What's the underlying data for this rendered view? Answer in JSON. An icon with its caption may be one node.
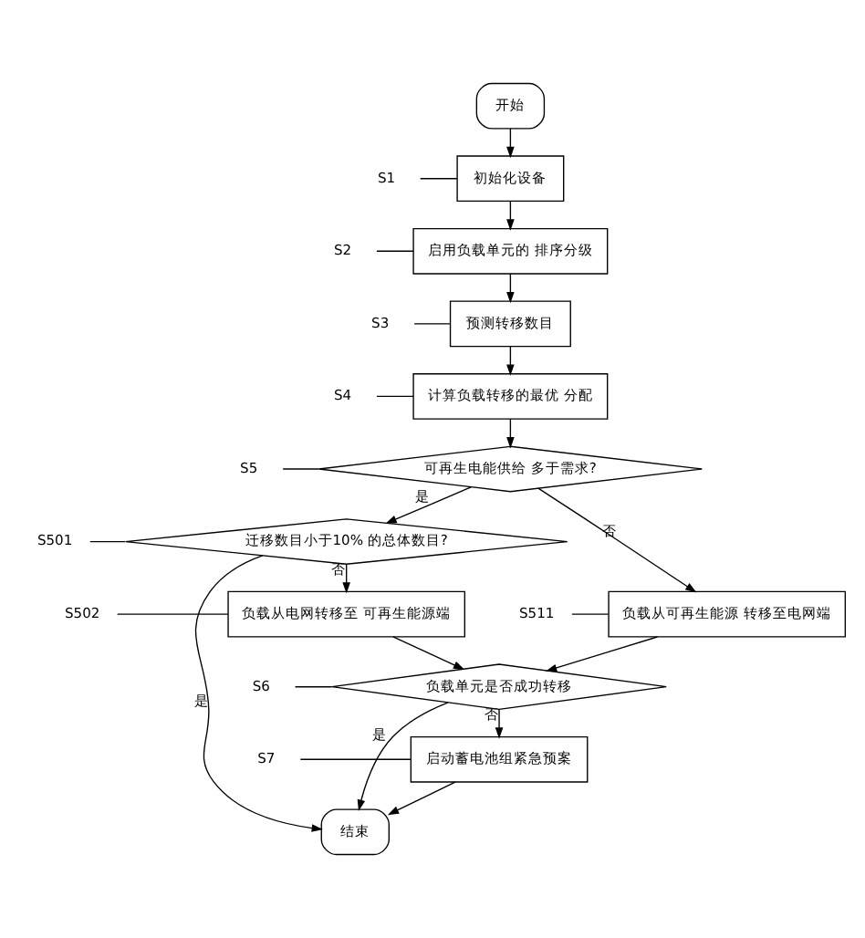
{
  "diagram": {
    "nodes": [
      {
        "text": [
          "开始"
        ]
      },
      {
        "text": [
          "初始化设备"
        ]
      },
      {
        "text": [
          "启用负载单元的 排序分级"
        ]
      },
      {
        "text": [
          "预测转移数目"
        ]
      },
      {
        "text": [
          "计算负载转移的最优 分配"
        ]
      },
      {
        "text": [
          "可再生电能供给 多于需求?"
        ]
      },
      {
        "text": [
          "迁移数目小于10% 的总体数目?"
        ]
      },
      {
        "text": [
          "负载从电网转移至 可再生能源端"
        ]
      },
      {
        "text": [
          "负载从可再生能源 转移至电网端"
        ]
      },
      {
        "text": [
          "负载单元是否成功转移"
        ]
      },
      {
        "text": [
          "启动蓄电池组紧急预案"
        ]
      },
      {
        "text": [
          "结束"
        ]
      },
      {
        "text": [
          "S1"
        ]
      },
      {
        "text": [
          "S2"
        ]
      },
      {
        "text": [
          "S3"
        ]
      },
      {
        "text": [
          "S4"
        ]
      },
      {
        "text": [
          "S5"
        ]
      },
      {
        "text": [
          "S501"
        ]
      },
      {
        "text": [
          "S511"
        ]
      },
      {
        "text": [
          "S502"
        ]
      },
      {
        "text": [
          "S6"
        ]
      },
      {
        "text": [
          "S7"
        ]
      }
    ],
    "edges": [
      {
        "from": 0,
        "to": 1,
        "arrow": "to"
      },
      {
        "from": 1,
        "to": 2,
        "arrow": "to"
      },
      {
        "from": 2,
        "to": 3,
        "arrow": "to"
      },
      {
        "from": 3,
        "to": 4,
        "arrow": "to"
      },
      {
        "from": 4,
        "to": 5,
        "arrow": "to"
      },
      {
        "from": 5,
        "to": 6,
        "arrow": "to",
        "label": "是"
      },
      {
        "from": 5,
        "to": 8,
        "arrow": "to",
        "label": "否"
      },
      {
        "from": 6,
        "to": 11,
        "arrow": "to",
        "label": "是"
      },
      {
        "from": 6,
        "to": 7,
        "arrow": "to",
        "label": "否"
      },
      {
        "from": 7,
        "to": 9,
        "arrow": "to"
      },
      {
        "from": 8,
        "to": 9,
        "arrow": "to"
      },
      {
        "from": 9,
        "to": 11,
        "arrow": "to",
        "label": "是"
      },
      {
        "from": 9,
        "to": 10,
        "arrow": "to",
        "label": "否"
      },
      {
        "from": 10,
        "to": 11,
        "arrow": "to"
      },
      {
        "from": 12,
        "to": 1,
        "arrow": "none"
      },
      {
        "from": 13,
        "to": 2,
        "arrow": "none"
      },
      {
        "from": 14,
        "to": 3,
        "arrow": "none"
      },
      {
        "from": 15,
        "to": 4,
        "arrow": "none"
      },
      {
        "from": 16,
        "to": 5,
        "arrow": "none"
      },
      {
        "from": 17,
        "to": 6,
        "arrow": "none"
      },
      {
        "from": 18,
        "to": 8,
        "arrow": "none"
      },
      {
        "from": 19,
        "to": 7,
        "arrow": "none"
      },
      {
        "from": 20,
        "to": 9,
        "arrow": "none"
      },
      {
        "from": 21,
        "to": 10,
        "arrow": "none"
      }
    ]
  }
}
